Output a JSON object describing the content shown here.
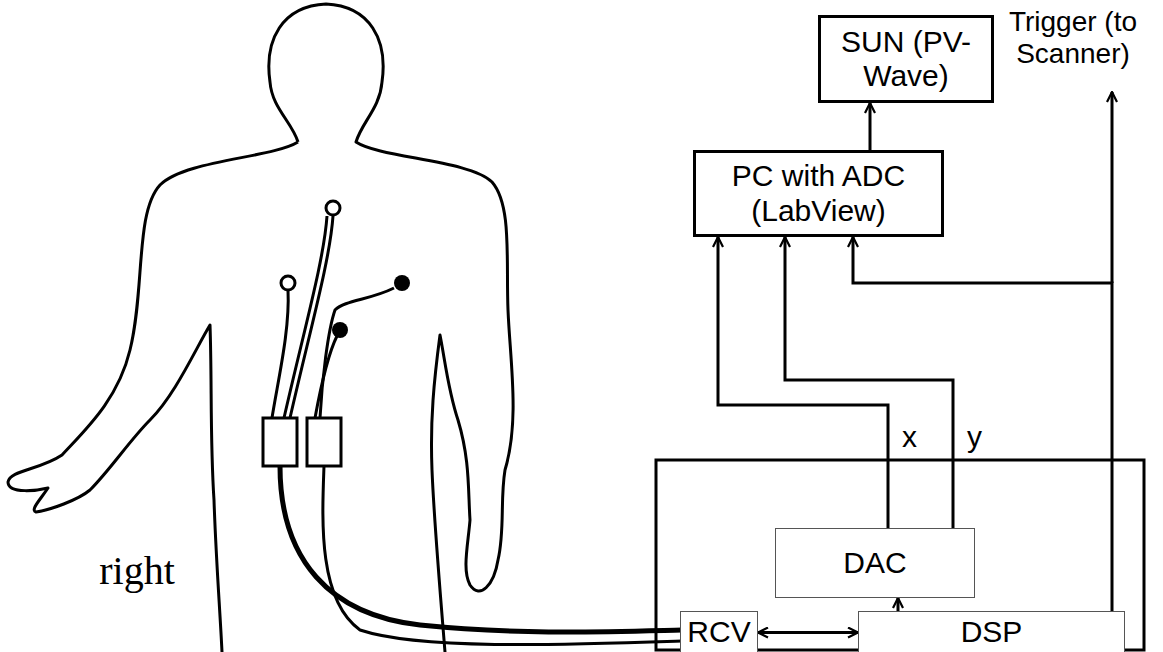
{
  "diagram": {
    "nodes": [
      {
        "text": [
          "SUN (PV-Wave)"
        ]
      },
      {
        "text": [
          "PC with ADC (LabView)"
        ]
      },
      {
        "text": [
          "DAC"
        ]
      },
      {
        "text": [
          "RCV"
        ]
      },
      {
        "text": [
          "DSP"
        ]
      }
    ],
    "edges": [
      {
        "from": 1,
        "to": 0,
        "arrow": "to"
      },
      {
        "from": 2,
        "to": 1,
        "label": "x",
        "arrow": "to"
      },
      {
        "from": 2,
        "to": 1,
        "label": "y",
        "arrow": "to"
      },
      {
        "from": 4,
        "to": 1,
        "arrow": "to"
      },
      {
        "from": 4,
        "to": 2,
        "arrow": "to"
      },
      {
        "from": 3,
        "to": 4,
        "arrow": "both"
      }
    ],
    "labels": [
      "Trigger (to Scanner)",
      "right"
    ]
  }
}
